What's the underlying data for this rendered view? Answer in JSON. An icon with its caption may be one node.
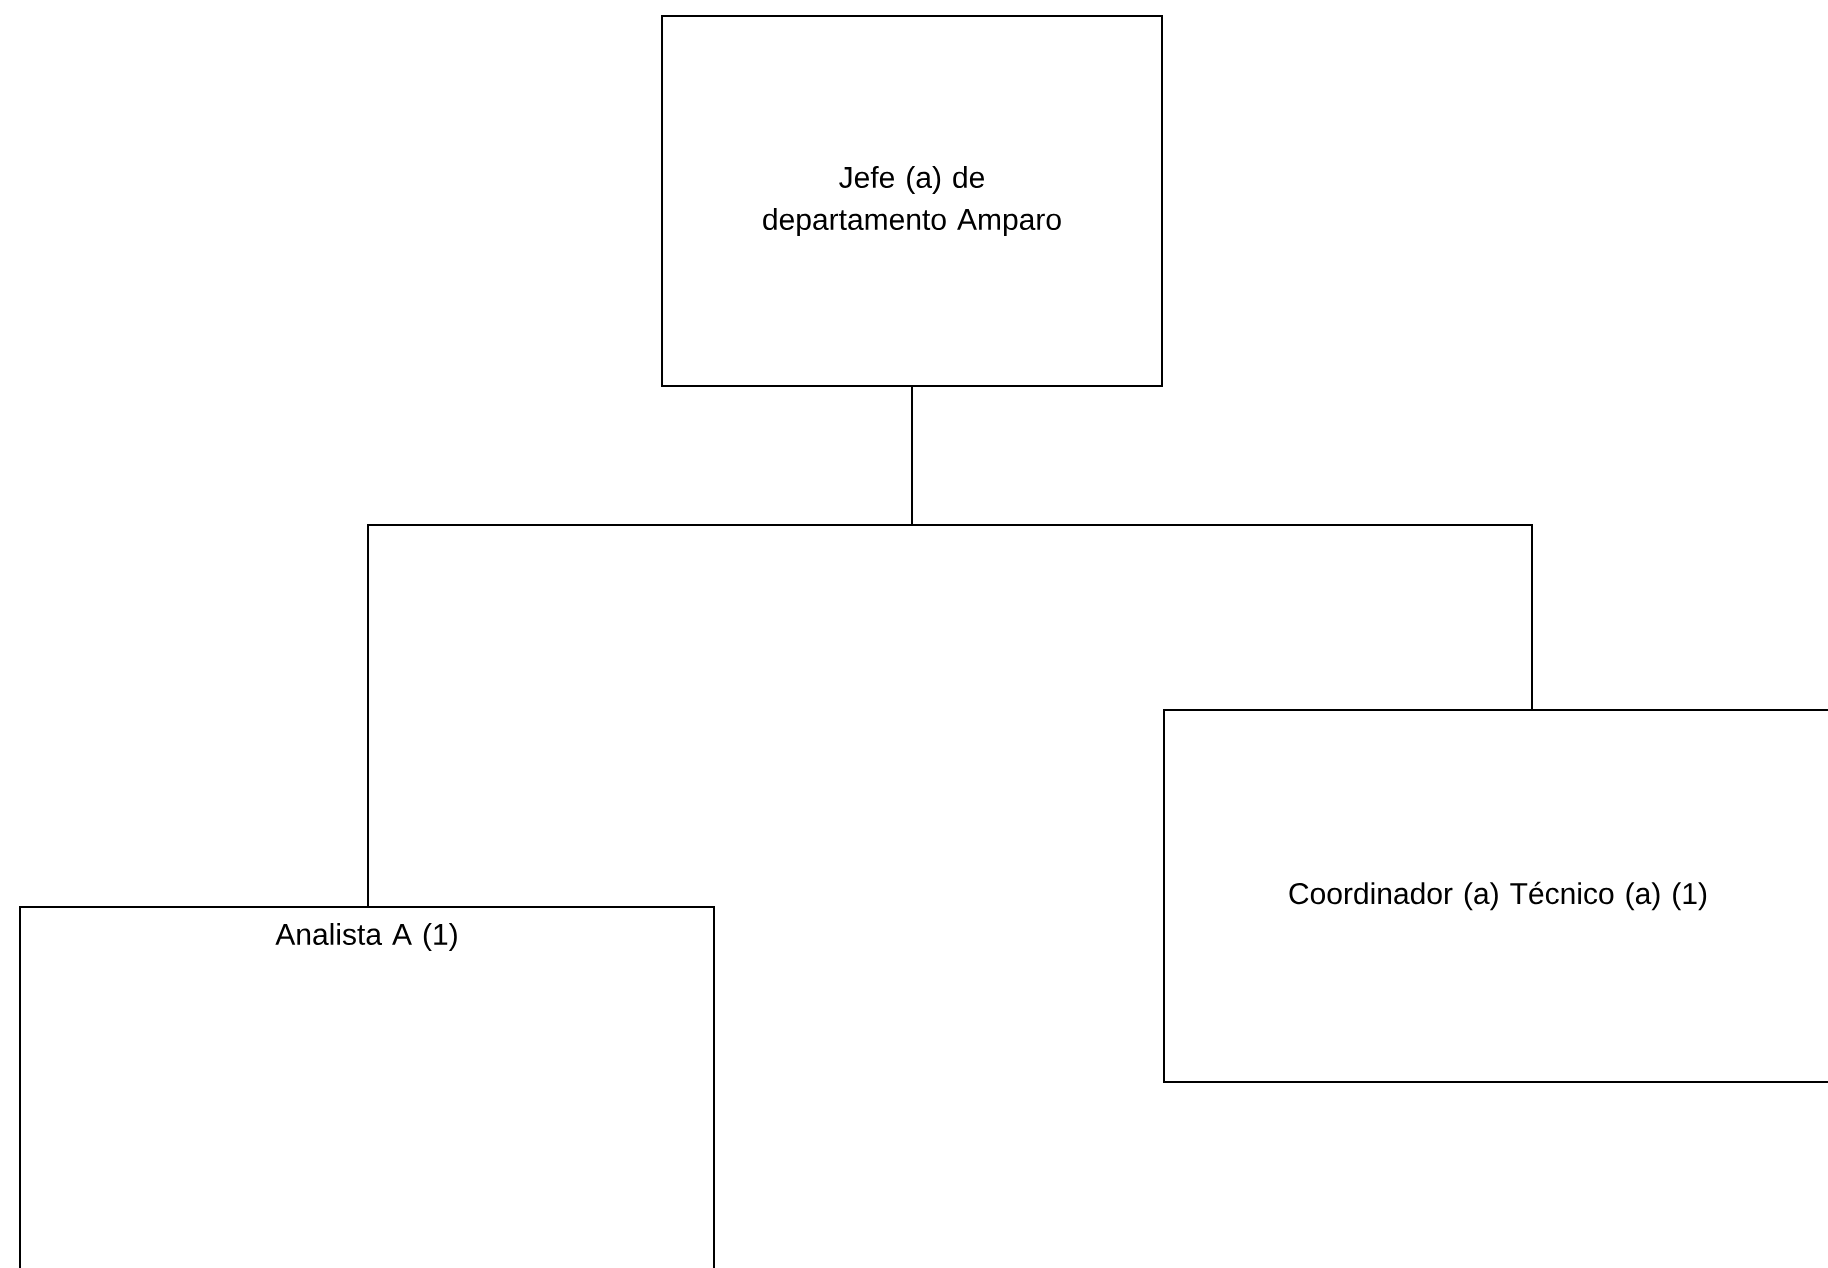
{
  "diagram": {
    "nodes": [
      {
        "text": [
          "Jefe (a) de departamento Amparo"
        ]
      },
      {
        "text": [
          "Analista A (1)"
        ]
      },
      {
        "text": [
          "Coordinador (a) Técnico (a) (1)"
        ]
      }
    ],
    "edges": [
      {
        "from": 0,
        "to": 1,
        "arrow": "none"
      },
      {
        "from": 0,
        "to": 2,
        "arrow": "none"
      }
    ]
  }
}
